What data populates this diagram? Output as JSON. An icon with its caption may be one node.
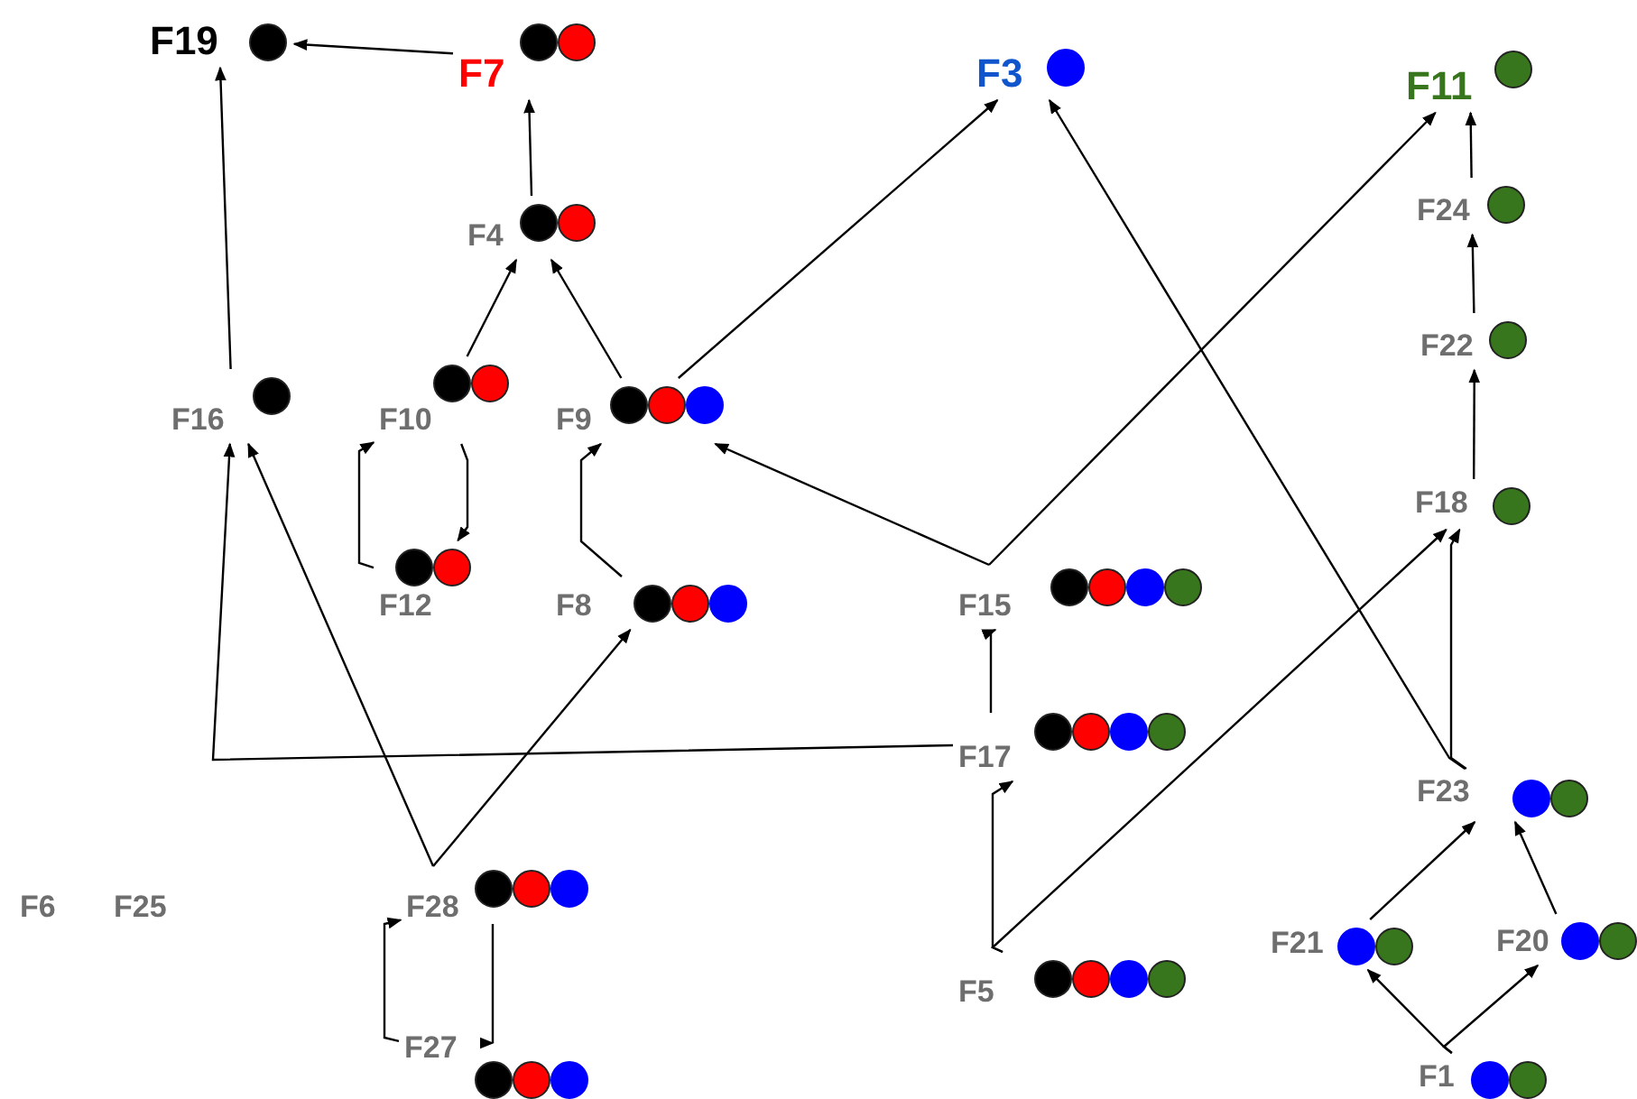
{
  "diagram": {
    "nodes": [
      {
        "text": [
          "F19"
        ]
      },
      {
        "text": [
          "F7"
        ]
      },
      {
        "text": [
          "F3"
        ]
      },
      {
        "text": [
          "F11"
        ]
      },
      {
        "text": [
          "F24"
        ]
      },
      {
        "text": [
          "F4"
        ]
      },
      {
        "text": [
          "F22"
        ]
      },
      {
        "text": [
          "F16"
        ]
      },
      {
        "text": [
          "F10"
        ]
      },
      {
        "text": [
          "F9"
        ]
      },
      {
        "text": [
          "F18"
        ]
      },
      {
        "text": [
          "F12"
        ]
      },
      {
        "text": [
          "F8"
        ]
      },
      {
        "text": [
          "F15"
        ]
      },
      {
        "text": [
          "F17"
        ]
      },
      {
        "text": [
          "F23"
        ]
      },
      {
        "text": [
          "F6"
        ]
      },
      {
        "text": [
          "F25"
        ]
      },
      {
        "text": [
          "F28"
        ]
      },
      {
        "text": [
          "F21"
        ]
      },
      {
        "text": [
          "F20"
        ]
      },
      {
        "text": [
          "F5"
        ]
      },
      {
        "text": [
          "F27"
        ]
      },
      {
        "text": [
          "F1"
        ]
      }
    ],
    "edges": [
      {
        "from": 1,
        "to": 0,
        "arrow": "to"
      },
      {
        "from": 7,
        "to": 0,
        "arrow": "to"
      },
      {
        "from": 5,
        "to": 1,
        "arrow": "to"
      },
      {
        "from": 8,
        "to": 5,
        "arrow": "to"
      },
      {
        "from": 9,
        "to": 5,
        "arrow": "to"
      },
      {
        "from": 9,
        "to": 2,
        "arrow": "to"
      },
      {
        "from": 11,
        "to": 8,
        "arrow": "to"
      },
      {
        "from": 8,
        "to": 11,
        "arrow": "to"
      },
      {
        "from": 12,
        "to": 9,
        "arrow": "to"
      },
      {
        "from": 13,
        "to": 9,
        "arrow": "to"
      },
      {
        "from": 13,
        "to": 3,
        "arrow": "to"
      },
      {
        "from": 14,
        "to": 13,
        "arrow": "to"
      },
      {
        "from": 14,
        "to": 7,
        "arrow": "to"
      },
      {
        "from": 18,
        "to": 7,
        "arrow": "to"
      },
      {
        "from": 18,
        "to": 12,
        "arrow": "to"
      },
      {
        "from": 22,
        "to": 18,
        "arrow": "to"
      },
      {
        "from": 18,
        "to": 22,
        "arrow": "to"
      },
      {
        "from": 21,
        "to": 14,
        "arrow": "to"
      },
      {
        "from": 21,
        "to": 10,
        "arrow": "to"
      },
      {
        "from": 15,
        "to": 10,
        "arrow": "to"
      },
      {
        "from": 15,
        "to": 2,
        "arrow": "to"
      },
      {
        "from": 19,
        "to": 15,
        "arrow": "to"
      },
      {
        "from": 20,
        "to": 15,
        "arrow": "to"
      },
      {
        "from": 23,
        "to": 19,
        "arrow": "to"
      },
      {
        "from": 23,
        "to": 20,
        "arrow": "to"
      },
      {
        "from": 4,
        "to": 3,
        "arrow": "to"
      },
      {
        "from": 6,
        "to": 4,
        "arrow": "to"
      },
      {
        "from": 10,
        "to": 6,
        "arrow": "to"
      }
    ]
  }
}
